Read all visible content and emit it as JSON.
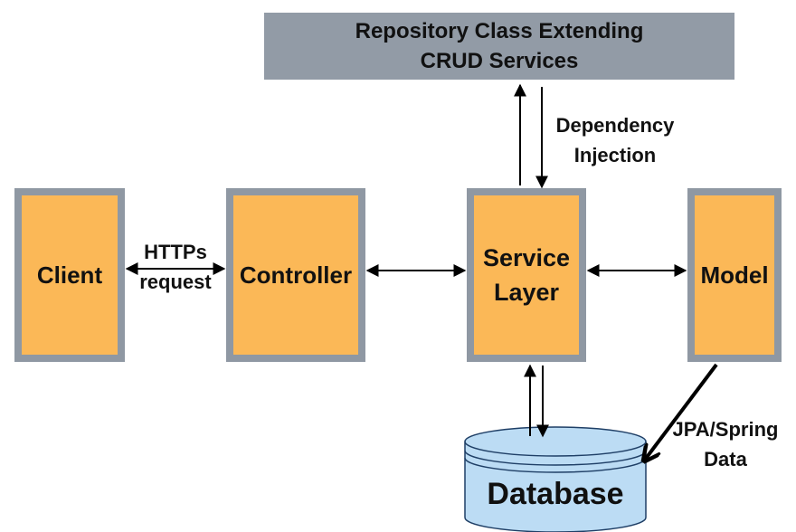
{
  "repository": {
    "line1": "Repository Class Extending",
    "line2": "CRUD Services"
  },
  "nodes": {
    "client": "Client",
    "controller": "Controller",
    "service_line1": "Service",
    "service_line2": "Layer",
    "model": "Model",
    "database": "Database"
  },
  "labels": {
    "https_line1": "HTTPs",
    "https_line2": "request",
    "di_line1": "Dependency",
    "di_line2": "Injection",
    "jpa_line1": "JPA/Spring",
    "jpa_line2": "Data"
  },
  "colors": {
    "box_fill": "#fbb857",
    "box_border": "#8f98a3",
    "header_fill": "#929ba6",
    "database_fill": "#bcdcf4",
    "database_stroke": "#1f3f66",
    "arrow": "#000000"
  }
}
